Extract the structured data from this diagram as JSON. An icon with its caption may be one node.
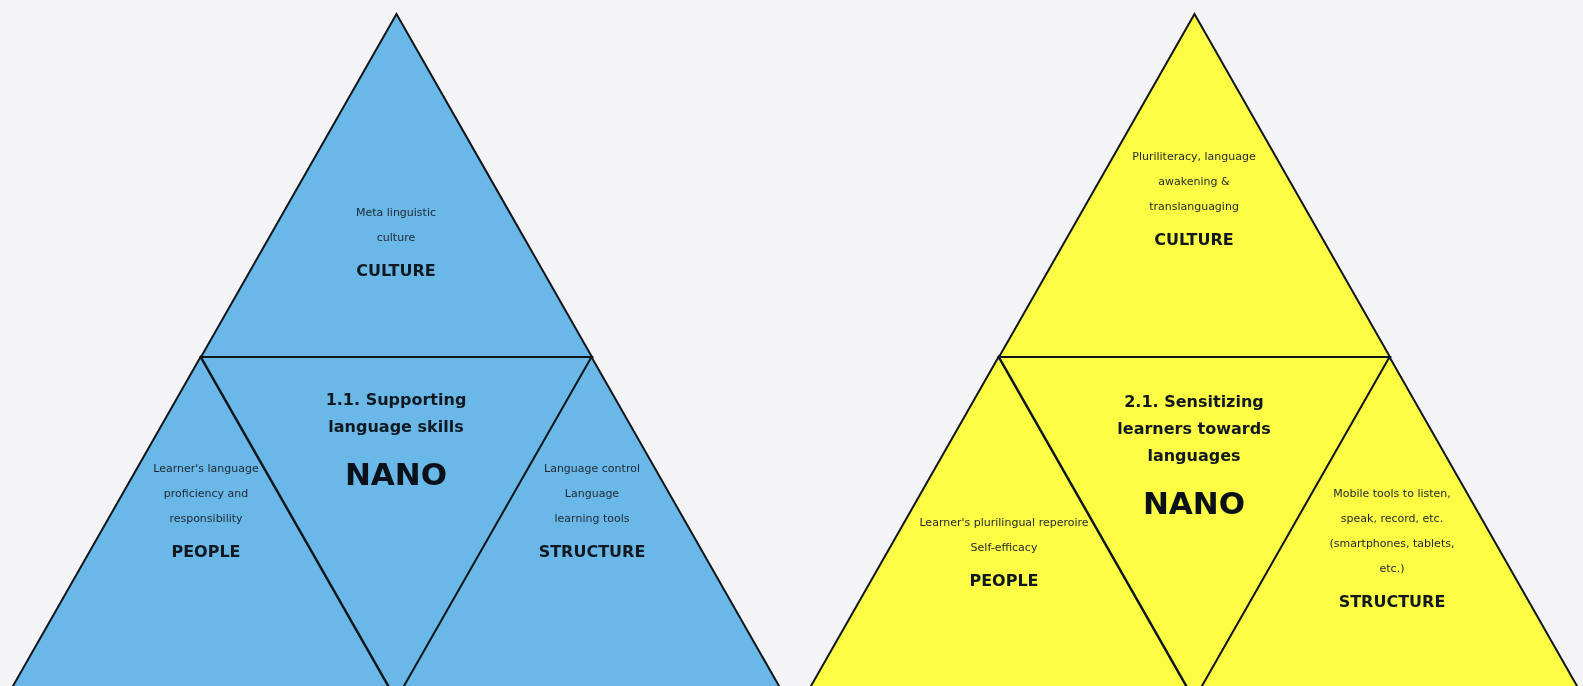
{
  "diagram": {
    "nodes": [
      {
        "text": [
          "Meta linguistic culture",
          "CULTURE"
        ]
      },
      {
        "text": [
          "Learner's language proficiency and responsibility",
          "PEOPLE"
        ]
      },
      {
        "text": [
          "1.1. Supporting language skills",
          "NANO"
        ]
      },
      {
        "text": [
          "Language control Language learning tools",
          "STRUCTURE"
        ]
      },
      {
        "text": [
          "Pluriliteracy, language awakening & translanguaging",
          "CULTURE"
        ]
      },
      {
        "text": [
          "Learner's plurilingual reperoire Self-efficacy",
          "PEOPLE"
        ]
      },
      {
        "text": [
          "2.1. Sensitizing learners towards languages",
          "NANO"
        ]
      },
      {
        "text": [
          "Mobile tools to listen, speak, record, etc. (smartphones, tablets, etc.)",
          "STRUCTURE"
        ]
      }
    ]
  }
}
